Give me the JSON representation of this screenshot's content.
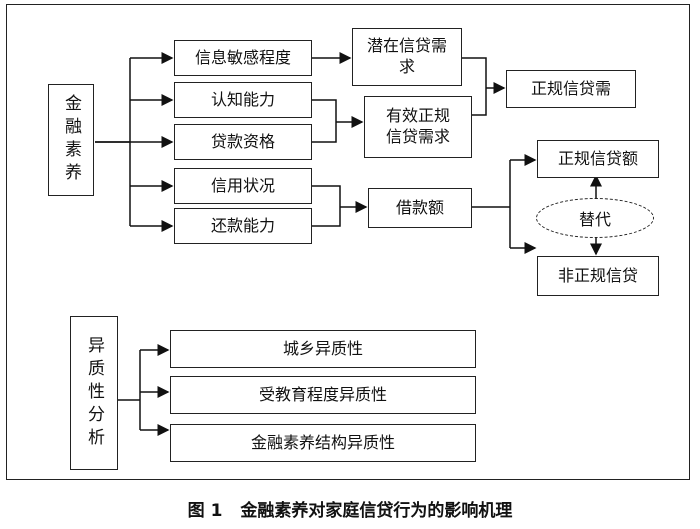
{
  "diagram": {
    "main_factor": "金融素养",
    "dimensions": [
      "信息敏感程度",
      "认知能力",
      "贷款资格",
      "信用状况",
      "还款能力"
    ],
    "intermediate": {
      "latent_demand": "潜在信贷需求",
      "effective_demand": "有效正规信贷需求",
      "loan_amount": "借款额"
    },
    "outcomes": {
      "formal_demand": "正规信贷需",
      "formal_amount": "正规信贷额",
      "informal": "非正规信贷",
      "substitution": "替代"
    },
    "heterogeneity": {
      "label": "异质性分析",
      "items": [
        "城乡异质性",
        "受教育程度异质性",
        "金融素养结构异质性"
      ]
    }
  },
  "caption": {
    "figure_no": "图 1",
    "title": "金融素养对家庭信贷行为的影响机理"
  }
}
